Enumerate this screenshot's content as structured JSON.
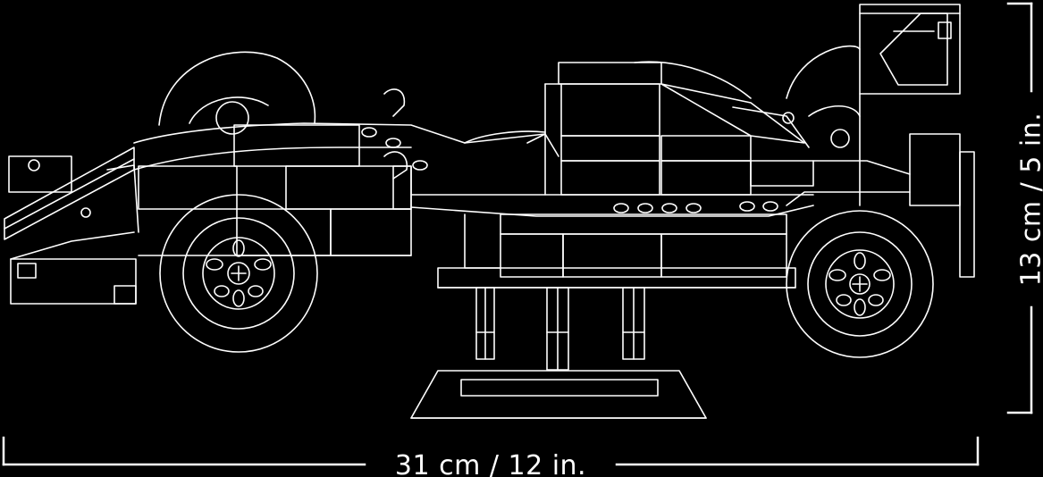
{
  "dimensions": {
    "width_label": "31 cm / 12 in.",
    "height_label": "13 cm / 5 in."
  },
  "colors": {
    "background": "#000000",
    "line": "#ffffff"
  },
  "subject": {
    "icons": [
      "race-car-line-drawing",
      "display-stand",
      "wheel"
    ]
  }
}
